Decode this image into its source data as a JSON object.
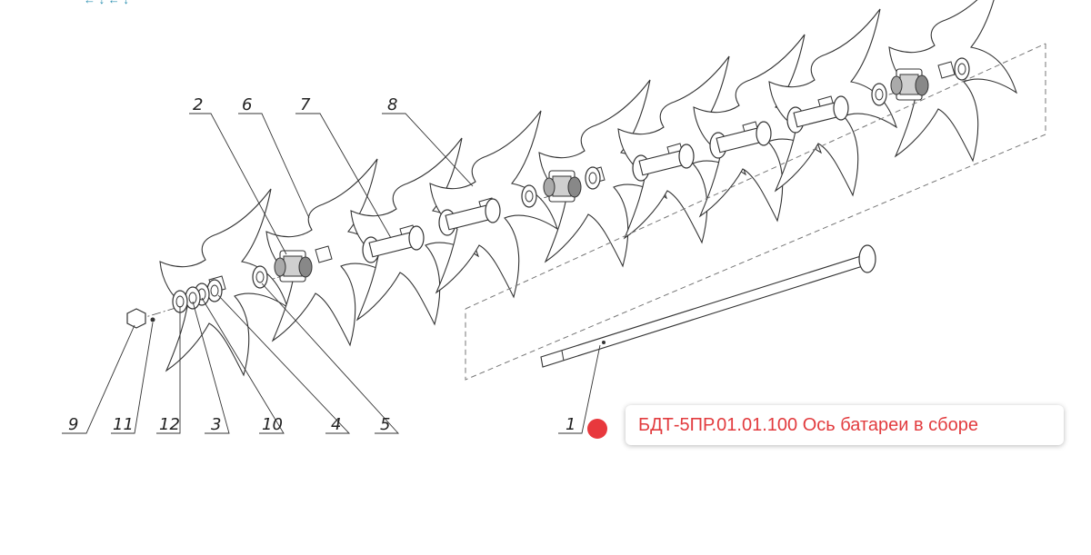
{
  "top_link": "← ↓ ← ↓",
  "callouts": [
    "2",
    "6",
    "7",
    "8",
    "9",
    "11",
    "12",
    "3",
    "10",
    "4",
    "5",
    "1"
  ],
  "tooltip_text": "БДТ-5ПР.01.01.100 Ось батареи в сборе",
  "colors": {
    "hotspot": "#e8383d",
    "tooltip_text": "#e23b3e",
    "line": "#333333"
  }
}
